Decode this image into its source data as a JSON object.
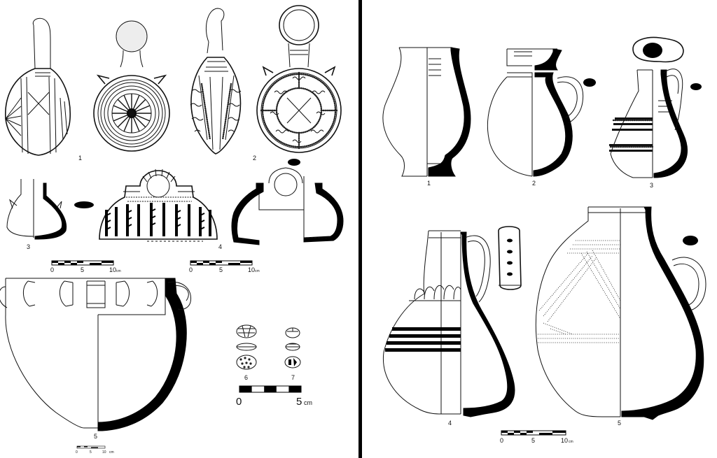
{
  "left_panel": {
    "labels": {
      "v1": "1",
      "v2": "2",
      "v3": "3",
      "v4": "4",
      "v5": "5",
      "v6": "6",
      "v7": "7"
    },
    "scale_a": {
      "zero": "0",
      "mid": "5",
      "end": "10",
      "unit": "cm"
    },
    "scale_b": {
      "zero": "0",
      "mid": "5",
      "end": "10",
      "unit": "cm"
    },
    "scale_small": {
      "zero": "0",
      "end": "5",
      "unit": "cm"
    },
    "scale_tiny": {
      "zero": "0",
      "mid": "5",
      "end": "10",
      "unit": "cm"
    }
  },
  "right_panel": {
    "labels": {
      "v1": "1",
      "v2": "2",
      "v3": "3",
      "v4": "4",
      "v5": "5"
    },
    "scale": {
      "zero": "0",
      "mid": "5",
      "end": "10",
      "unit": "cm"
    }
  },
  "colors": {
    "ink": "#111111",
    "background": "#ffffff",
    "divider": "#000000"
  }
}
